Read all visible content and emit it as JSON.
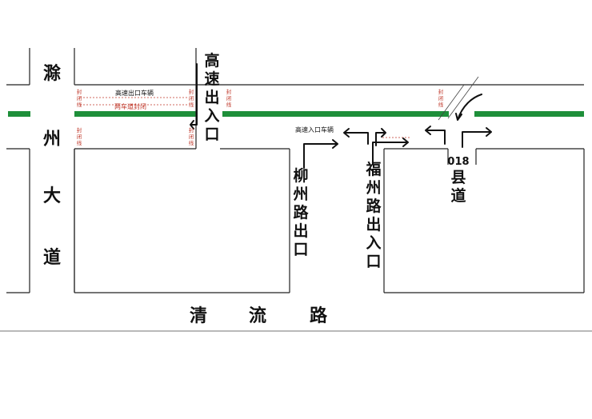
{
  "labels": {
    "chuzhou_avenue": [
      "滁",
      "州",
      "大",
      "道"
    ],
    "highway_entrance_exit": [
      "高",
      "速",
      "出",
      "入",
      "口"
    ],
    "liuzhou_road_exit": [
      "柳",
      "州",
      "路",
      "出",
      "口"
    ],
    "fuzhou_road_entrance_exit": [
      "福",
      "州",
      "路",
      "出",
      "入",
      "口"
    ],
    "county_road_number": "018",
    "county_road": [
      "县",
      "道"
    ],
    "qingliu_road": [
      "清",
      "流",
      "路"
    ]
  },
  "notes": {
    "highway_exit_vehicles": "高速出口车辆",
    "both_lanes_closed": "两车道封闭",
    "highway_entry_vehicles": "高速入口车辆"
  },
  "seal_line_chars": [
    "封",
    "闭",
    "线"
  ],
  "colors": {
    "road_closure_green": "#1e8f3a",
    "seal_red": "#c0392b",
    "line_black": "#222222"
  }
}
